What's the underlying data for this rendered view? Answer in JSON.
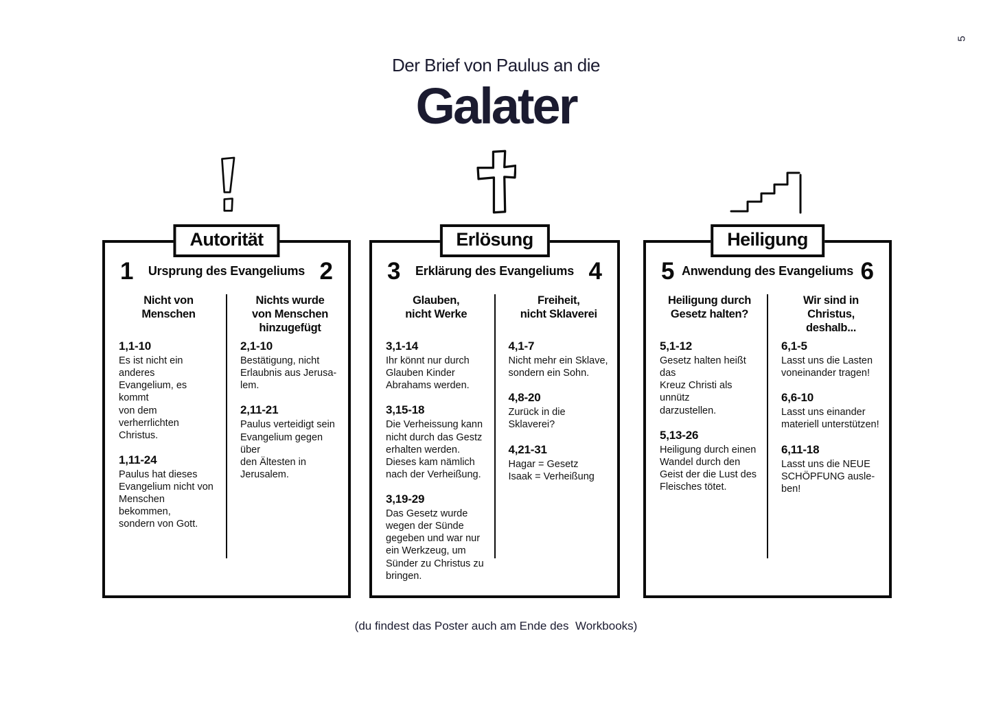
{
  "page": {
    "number": "5",
    "title_line1": "Der Brief von Paulus an die",
    "title_line2": "Galater",
    "footer": "(du findest das Poster auch am Ende des  Workbooks)"
  },
  "colors": {
    "ink_navy": "#1b1b30",
    "ink_black": "#0b0b0b",
    "background": "#ffffff"
  },
  "icons": [
    "exclamation-icon",
    "cross-icon",
    "stairs-icon"
  ],
  "sections": [
    {
      "label": "Autorität",
      "chapter_left": "1",
      "chapter_right": "2",
      "heading": "Ursprung des Evangeliums",
      "columns": [
        {
          "subtitle": "Nicht von\nMenschen",
          "entries": [
            {
              "ref": "1,1-10",
              "text": "Es ist nicht ein anderes\nEvangelium, es kommt\nvon dem verherrlichten\nChristus."
            },
            {
              "ref": "1,11-24",
              "text": "Paulus hat dieses\nEvangelium nicht von\nMenschen bekommen,\nsondern von Gott."
            }
          ]
        },
        {
          "subtitle": "Nichts wurde\nvon Menschen\nhinzugefügt",
          "entries": [
            {
              "ref": "2,1-10",
              "text": "Bestätigung, nicht\nErlaubnis aus Jerusa-\nlem."
            },
            {
              "ref": "2,11-21",
              "text": "Paulus verteidigt sein\nEvangelium gegen über\nden Ältesten in\nJerusalem."
            }
          ]
        }
      ]
    },
    {
      "label": "Erlösung",
      "chapter_left": "3",
      "chapter_right": "4",
      "heading": "Erklärung des Evangeliums",
      "columns": [
        {
          "subtitle": "Glauben,\nnicht Werke",
          "entries": [
            {
              "ref": "3,1-14",
              "text": "Ihr könnt nur durch\nGlauben Kinder\nAbrahams werden."
            },
            {
              "ref": "3,15-18",
              "text": "Die Verheissung kann\nnicht durch das Gestz\nerhalten werden.\nDieses kam nämlich\nnach der Verheißung."
            },
            {
              "ref": "3,19-29",
              "text": "Das Gesetz wurde\nwegen der Sünde\ngegeben und war nur\nein Werkzeug, um\nSünder zu Christus zu\nbringen."
            }
          ]
        },
        {
          "subtitle": "Freiheit,\nnicht Sklaverei",
          "entries": [
            {
              "ref": "4,1-7",
              "text": "Nicht mehr ein Sklave,\nsondern ein Sohn."
            },
            {
              "ref": "4,8-20",
              "text": "Zurück in die\nSklaverei?"
            },
            {
              "ref": "4,21-31",
              "text": "Hagar = Gesetz\nIsaak = Verheißung"
            }
          ]
        }
      ]
    },
    {
      "label": "Heiligung",
      "chapter_left": "5",
      "chapter_right": "6",
      "heading": "Anwendung des Evangeliums",
      "columns": [
        {
          "subtitle": "Heiligung durch\nGesetz halten?",
          "entries": [
            {
              "ref": "5,1-12",
              "text": "Gesetz halten heißt das\nKreuz Christi als unnütz\ndarzustellen."
            },
            {
              "ref": "5,13-26",
              "text": "Heiligung durch einen\nWandel durch den\nGeist der die Lust des\nFleisches tötet."
            }
          ]
        },
        {
          "subtitle": "Wir sind in\nChristus, deshalb...",
          "entries": [
            {
              "ref": "6,1-5",
              "text": "Lasst uns die Lasten\nvoneinander tragen!"
            },
            {
              "ref": "6,6-10",
              "text": "Lasst uns einander\nmateriell unterstützen!"
            },
            {
              "ref": "6,11-18",
              "text": "Lasst uns die NEUE\nSCHÖPFUNG ausle-\nben!"
            }
          ]
        }
      ]
    }
  ]
}
